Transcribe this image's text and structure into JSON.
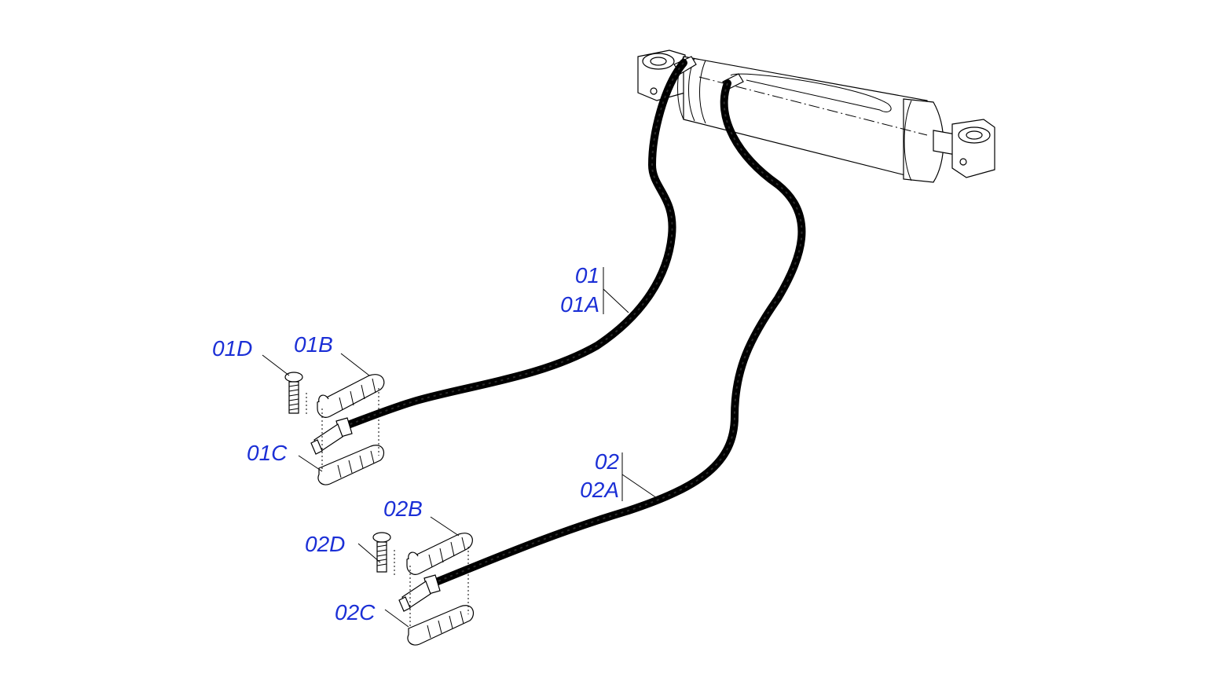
{
  "callouts": {
    "l01": "01",
    "l01a": "01A",
    "l01b": "01B",
    "l01c": "01C",
    "l01d": "01D",
    "l02": "02",
    "l02a": "02A",
    "l02b": "02B",
    "l02c": "02C",
    "l02d": "02D"
  },
  "colors": {
    "callout_text": "#1b2fd6",
    "line_art": "#000000",
    "background": "#ffffff"
  }
}
